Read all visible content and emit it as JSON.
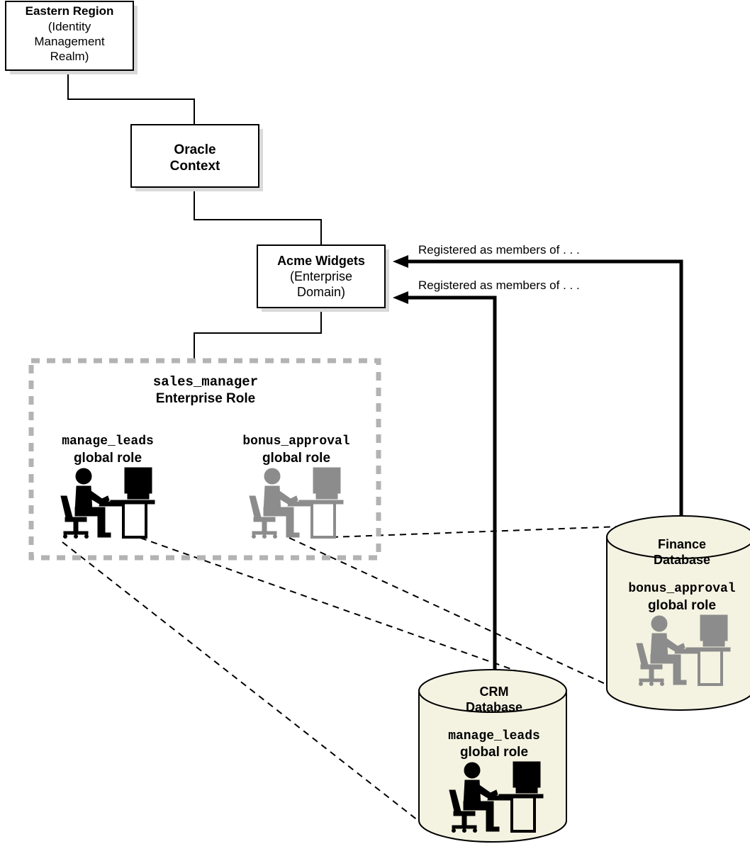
{
  "colors": {
    "line": "#000000",
    "boxShadow": "#d9d9d9",
    "enterpriseBorder": "#b3b3b3",
    "grayFigure": "#8c8c8c",
    "cylinderFill": "#f4f3e2"
  },
  "realm": {
    "title": "Eastern Region",
    "line1": "(Identity",
    "line2": "Management",
    "line3": "Realm)"
  },
  "context": {
    "line1": "Oracle",
    "line2": "Context"
  },
  "domain": {
    "title": "Acme Widgets",
    "line1": "(Enterprise",
    "line2": "Domain)"
  },
  "enterprise_role": {
    "name": "sales_manager",
    "type": "Enterprise Role",
    "left_role": {
      "name": "manage_leads",
      "type": "global role",
      "icon": "user-at-computer-icon"
    },
    "right_role": {
      "name": "bonus_approval",
      "type": "global role",
      "icon": "user-at-computer-icon"
    }
  },
  "finance_db": {
    "line1": "Finance",
    "line2": "Database",
    "role_name": "bonus_approval",
    "role_type": "global role"
  },
  "crm_db": {
    "line1": "CRM",
    "line2": "Database",
    "role_name": "manage_leads",
    "role_type": "global role"
  },
  "arrows": {
    "finance_label": "Registered as members of . . .",
    "crm_label": "Registered as members of . . ."
  }
}
